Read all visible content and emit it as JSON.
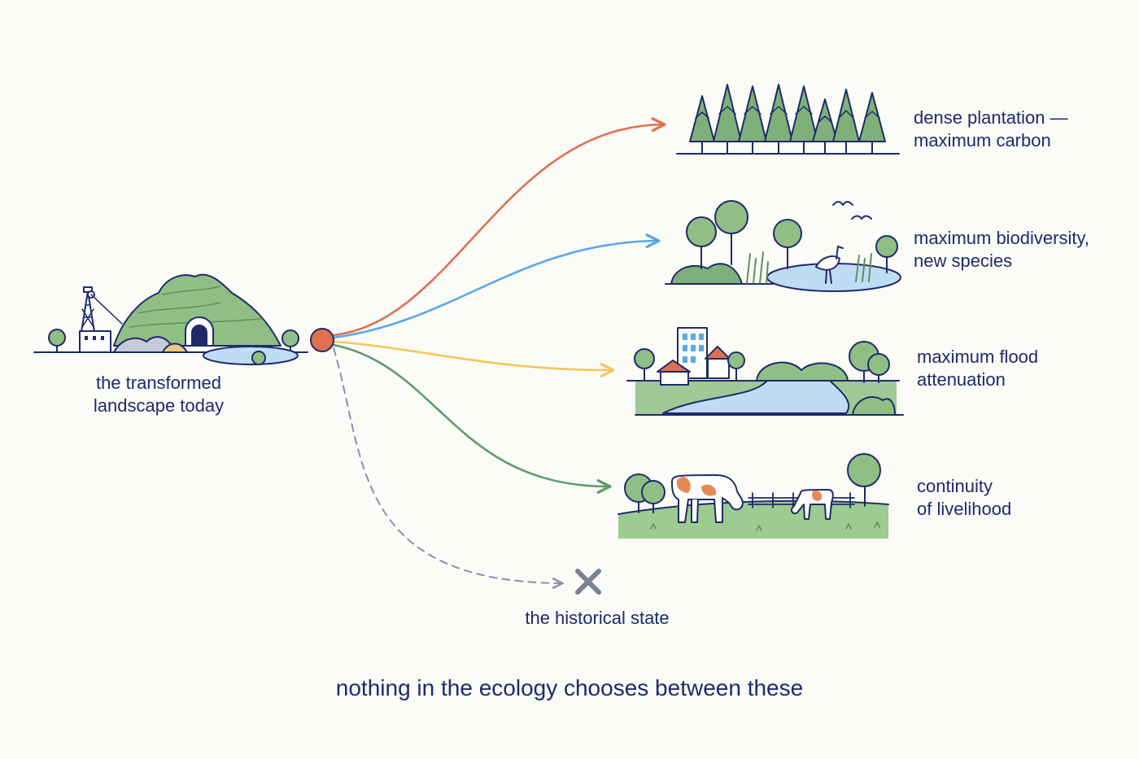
{
  "origin": {
    "lines": [
      "the transformed",
      "landscape today"
    ]
  },
  "outcomes": [
    {
      "id": "carbon",
      "lines": [
        "dense plantation —",
        "maximum carbon"
      ],
      "color": "#e0704e"
    },
    {
      "id": "biodiversity",
      "lines": [
        "maximum biodiversity,",
        "new species"
      ],
      "color": "#5aa8e6"
    },
    {
      "id": "flood",
      "lines": [
        "maximum flood",
        "attenuation"
      ],
      "color": "#f5c55a"
    },
    {
      "id": "livelihood",
      "lines": [
        "continuity",
        "of livelihood"
      ],
      "color": "#5d9a6a"
    }
  ],
  "historical": {
    "label": "the historical state",
    "color": "#8a8fab"
  },
  "caption": "nothing in the ecology chooses between these",
  "palette": {
    "ink": "#1f2a6b",
    "green": "#7fb07a",
    "water": "#bfdcf5",
    "node": "#e0704e"
  }
}
